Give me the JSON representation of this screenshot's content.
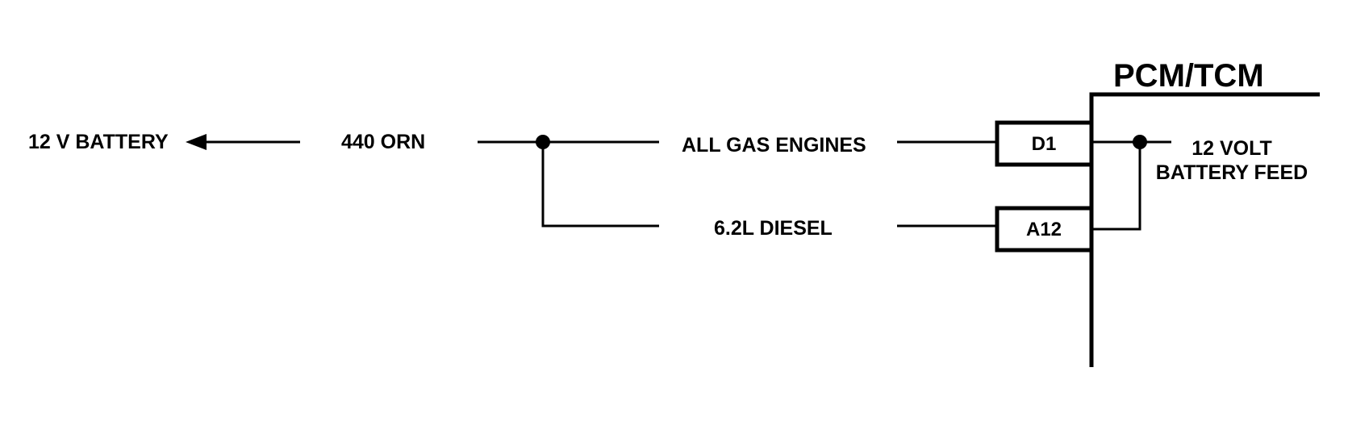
{
  "labels": {
    "battery": "12 V BATTERY",
    "wire": "440 ORN",
    "gas": "ALL GAS ENGINES",
    "diesel": "6.2L DIESEL",
    "module": "PCM/TCM",
    "feed_line1": "12 VOLT",
    "feed_line2": "BATTERY FEED"
  },
  "pins": {
    "gas_pin": "D1",
    "diesel_pin": "A12"
  },
  "colors": {
    "line": "#000000",
    "background": "#ffffff"
  }
}
